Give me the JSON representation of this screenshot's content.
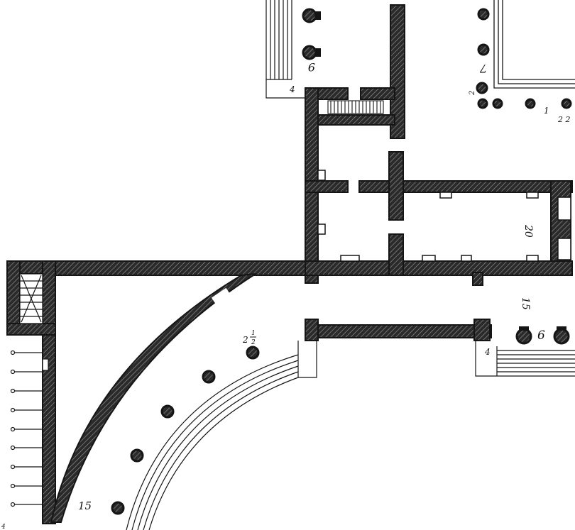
{
  "plan": {
    "ink_color": "#151515",
    "hatch_color": "#2a2a2a",
    "paper_color": "#ffffff",
    "labels": {
      "twenty": "20",
      "fifteen_right": "15",
      "fifteen_left": "15",
      "six_right": "6",
      "nine_top": "9",
      "seven_top": "7",
      "four_top": "4",
      "four_right": "4",
      "two_top": "2",
      "one_top": "1",
      "two_two_top": "2 2",
      "two_half": "2",
      "half_num": "1",
      "half_den": "2",
      "corner_mark": "4"
    }
  }
}
